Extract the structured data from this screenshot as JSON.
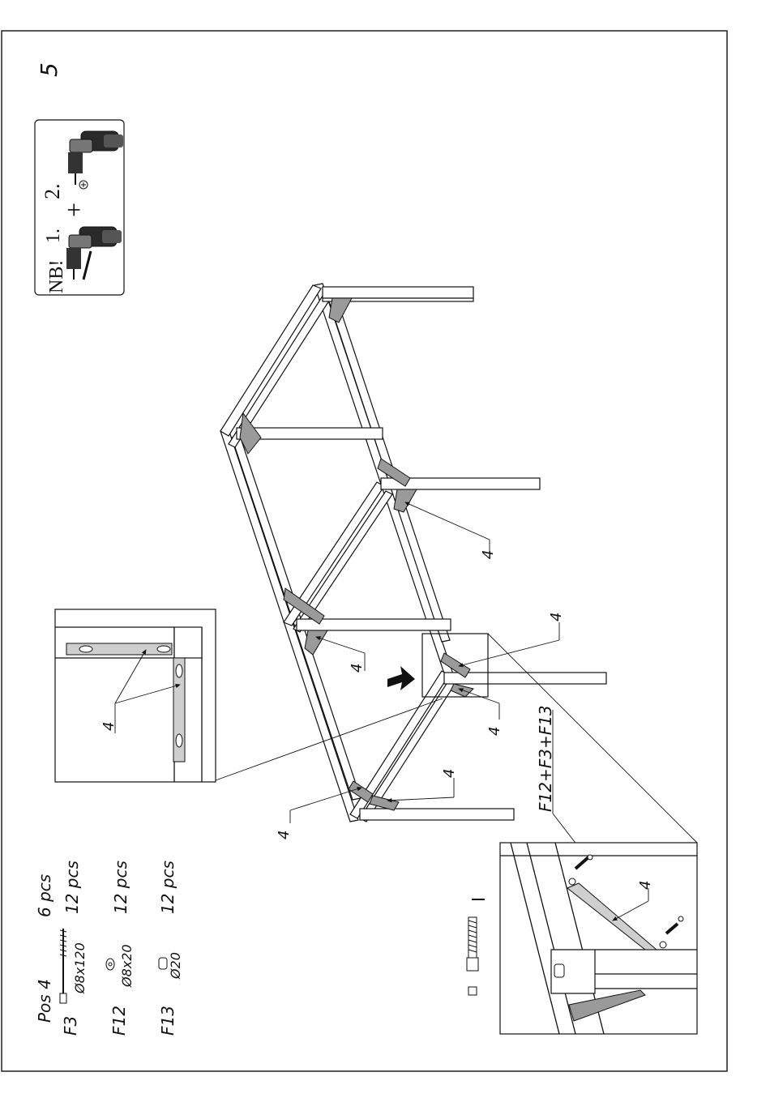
{
  "page": {
    "step_number": "5"
  },
  "note_box": {
    "nb_label": "NB!",
    "step1": "1.",
    "plus": "+",
    "step2": "2."
  },
  "callouts": {
    "pos_label": "4",
    "fastener_combo": "F12+F3+F13"
  },
  "parts_list": [
    {
      "code": "Pos 4",
      "size": "",
      "qty": "6 pcs"
    },
    {
      "code": "F3",
      "size": "Ø8x120",
      "qty": "12 pcs"
    },
    {
      "code": "F12",
      "size": "Ø8x20",
      "qty": "12 pcs"
    },
    {
      "code": "F13",
      "size": "Ø20",
      "qty": "12 pcs"
    }
  ]
}
